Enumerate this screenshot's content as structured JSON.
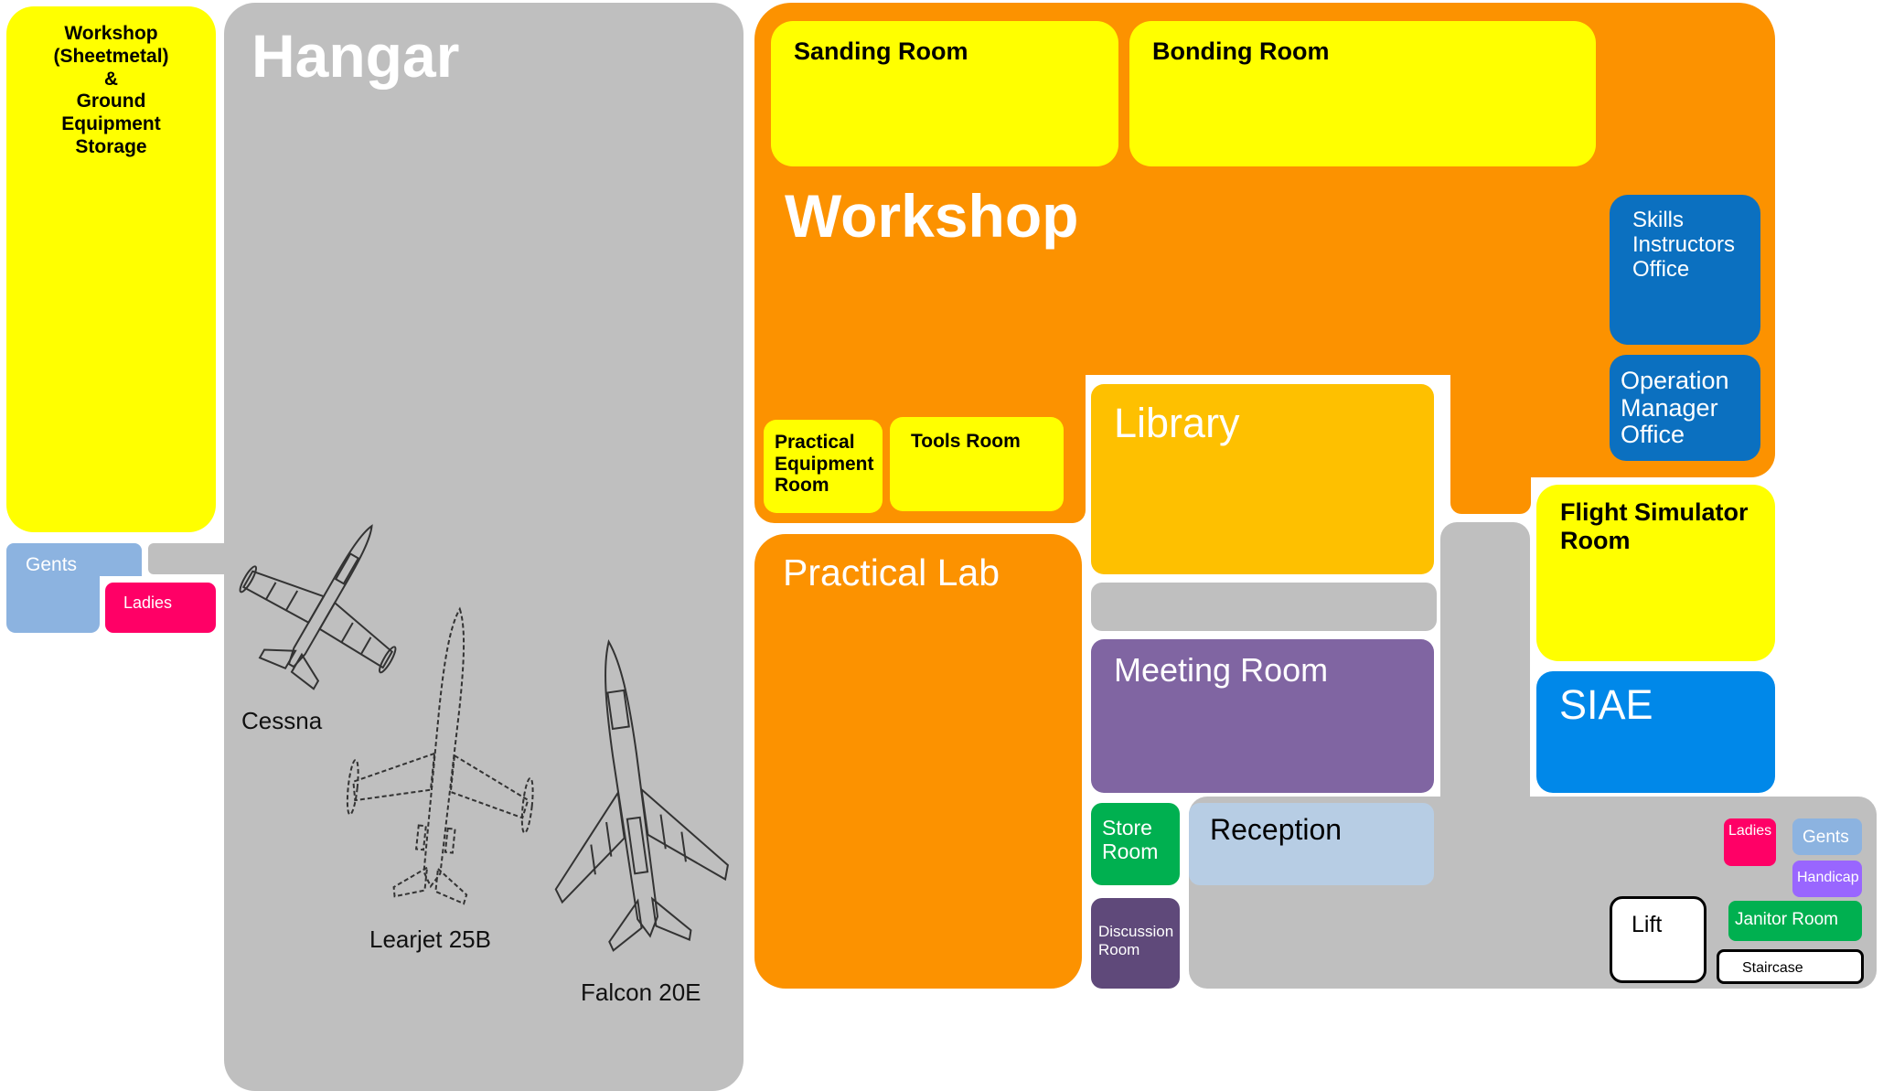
{
  "colors": {
    "corridor": "#bfbfbf",
    "workshop_orange": "#fc9200",
    "yellow": "#ffff00",
    "library_amber": "#fec000",
    "blue_office": "#0b70c0",
    "siae_blue": "#0088e9",
    "meeting_purple": "#8065a2",
    "discussion_purple": "#5f497a",
    "store_green": "#00b050",
    "reception_blue": "#b7cde4",
    "gents_blue": "#8cb3e0",
    "ladies_pink": "#ff0066",
    "handicap_violet": "#9966ff"
  },
  "rooms": {
    "workshop_sheetmetal": "Workshop\n(Sheetmetal)\n&\nGround\nEquipment\nStorage",
    "hangar": "Hangar",
    "workshop": "Workshop",
    "sanding_room": "Sanding Room",
    "bonding_room": "Bonding Room",
    "skills_instructors_office": "Skills\nInstructors\nOffice",
    "operation_manager_office": "Operation\nManager\nOffice",
    "practical_equipment_room": "Practical\nEquipment\nRoom",
    "tools_room": "Tools Room",
    "library": "Library",
    "flight_simulator_room": "Flight Simulator\nRoom",
    "practical_lab": "Practical Lab",
    "meeting_room": "Meeting Room",
    "siae": "SIAE",
    "store_room": "Store\nRoom",
    "reception": "Reception",
    "discussion_room": "Discussion\nRoom",
    "gents_left": "Gents",
    "ladies_left": "Ladies",
    "ladies_right": "Ladies",
    "gents_right": "Gents",
    "handicap": "Handicap",
    "lift": "Lift",
    "janitor_room": "Janitor Room",
    "staircase": "Staircase"
  },
  "aircraft": [
    {
      "name": "Cessna",
      "icon": "jet-trainer-icon"
    },
    {
      "name": "Learjet 25B",
      "icon": "business-jet-icon"
    },
    {
      "name": "Falcon 20E",
      "icon": "swept-wing-jet-icon"
    }
  ]
}
